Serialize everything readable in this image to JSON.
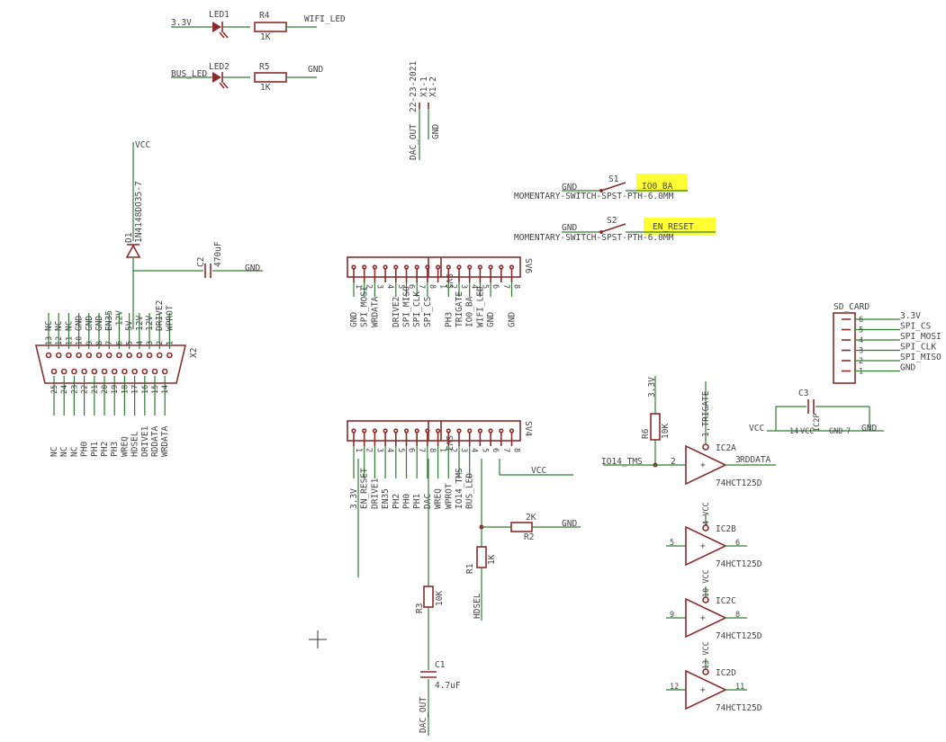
{
  "power_leds": {
    "v33": "3.3V",
    "led1": "LED1",
    "r4": "R4",
    "r4_val": "1K",
    "wifi_led": "WIFI_LED",
    "bus_led": "BUS_LED",
    "led2": "LED2",
    "r5": "R5",
    "r5_val": "1K",
    "gnd": "GND"
  },
  "dac_header": {
    "dac_out": "DAC_OUT",
    "date": "22-23-2021",
    "x1_1": "X1-1",
    "x1_2": "X1-2",
    "gnd": "GND"
  },
  "switches": {
    "s1": "S1",
    "s1_gnd": "GND",
    "s1_net": "IO0_BA",
    "s1_part": "MOMENTARY-SWITCH-SPST-PTH-6.0MM",
    "s2": "S2",
    "s2_gnd": "GND",
    "s2_net": "EN_RESET",
    "s2_part": "MOMENTARY-SWITCH-SPST-PTH-6.0MM",
    "highlight_color": "#ffff33"
  },
  "db25": {
    "vcc": "VCC",
    "d1": "D1",
    "d1_part": "1N4148DO35-7",
    "c2": "C2",
    "c2_val": "470uF",
    "c2_gnd": "GND",
    "x2": "X2",
    "top_pins": [
      "13",
      "12",
      "11",
      "10",
      "9",
      "8",
      "7",
      "6",
      "5",
      "4",
      "3",
      "2",
      "1"
    ],
    "top_labels": [
      "NC",
      "NC",
      "NC",
      "GND",
      "GND",
      "GND",
      "EN35",
      "-12V",
      "5V",
      "12V",
      "12V",
      "DRIVE2",
      "WPROT"
    ],
    "bottom_pins": [
      "25",
      "24",
      "23",
      "22",
      "21",
      "20",
      "19",
      "18",
      "17",
      "16",
      "15",
      "14"
    ],
    "bottom_labels": [
      "NC",
      "NC",
      "NC",
      "PH0",
      "PH1",
      "PH2",
      "PH3",
      "WREQ",
      "HDSEL",
      "DRIVE1",
      "RDDATA",
      "WRDATA"
    ]
  },
  "sv56": {
    "sv5": "SV5",
    "sv6": "SV6",
    "pins": [
      "1",
      "2",
      "3",
      "4",
      "5",
      "6",
      "7",
      "8",
      "1",
      "2",
      "3",
      "4",
      "5",
      "6",
      "7",
      "8"
    ],
    "labels": [
      "GND",
      "SPI_MOSI",
      "WRDATA",
      "",
      "DRIVE2",
      "SPI_MISO",
      "SPI_CLK",
      "SPI_CS",
      "",
      "PH3",
      "TRIGATE",
      "IO0_BA",
      "WIFI_LED",
      "GND",
      "",
      "GND"
    ]
  },
  "sv34": {
    "sv3": "SV3",
    "sv4": "SV4",
    "pins": [
      "1",
      "2",
      "3",
      "4",
      "5",
      "6",
      "7",
      "8",
      "1",
      "2",
      "3",
      "4",
      "5",
      "6",
      "7",
      "8"
    ],
    "labels": [
      "3.3V",
      "EN_RESET",
      "DRIVE1",
      "EN35",
      "PH2",
      "PH0",
      "PH1",
      "DAC",
      "WREQ",
      "WPROT",
      "IO14_TMS",
      "BUS_LED",
      "",
      "",
      "",
      ""
    ],
    "vcc": "VCC"
  },
  "bottom_passives": {
    "r2": "R2",
    "r2_val": "2K",
    "r2_gnd": "GND",
    "r1": "R1",
    "r1_val": "1K",
    "hdsel": "HDSEL",
    "r3": "R3",
    "r3_val": "10K",
    "c1": "C1",
    "c1_val": "4.7uF",
    "dac_out": "DAC_OUT"
  },
  "sd_card": {
    "title": "SD_CARD",
    "pins": [
      "6",
      "5",
      "4",
      "3",
      "2",
      "1"
    ],
    "nets": [
      "3.3V",
      "SPI_CS",
      "SPI_MOSI",
      "SPI_CLK",
      "SPI_MISO",
      "GND"
    ]
  },
  "buffer": {
    "v33": "3.3V",
    "r6": "R6",
    "r6_val": "10K",
    "io14": "IO14_TMS",
    "trigate": "1,TRIGATE",
    "ic2a": "IC2A",
    "pin2": "2",
    "pin3": "3",
    "rddata": "RDDATA",
    "part": "74HCT125D",
    "c3": "C3",
    "vcc": "VCC",
    "gnd": "GND",
    "ic2p": "IC2P",
    "p14": "14",
    "p7": "7",
    "vcc_lbl": "VCC",
    "gnd_lbl": "GND",
    "ic2b": "IC2B",
    "b_in": "5",
    "b_out": "6",
    "b_en": "4 VCC",
    "ic2c": "IC2C",
    "c_in": "9",
    "c_out": "8",
    "c_en": "10 VCC",
    "ic2d": "IC2D",
    "d_in": "12",
    "d_out": "11",
    "d_en": "13 VCC"
  }
}
